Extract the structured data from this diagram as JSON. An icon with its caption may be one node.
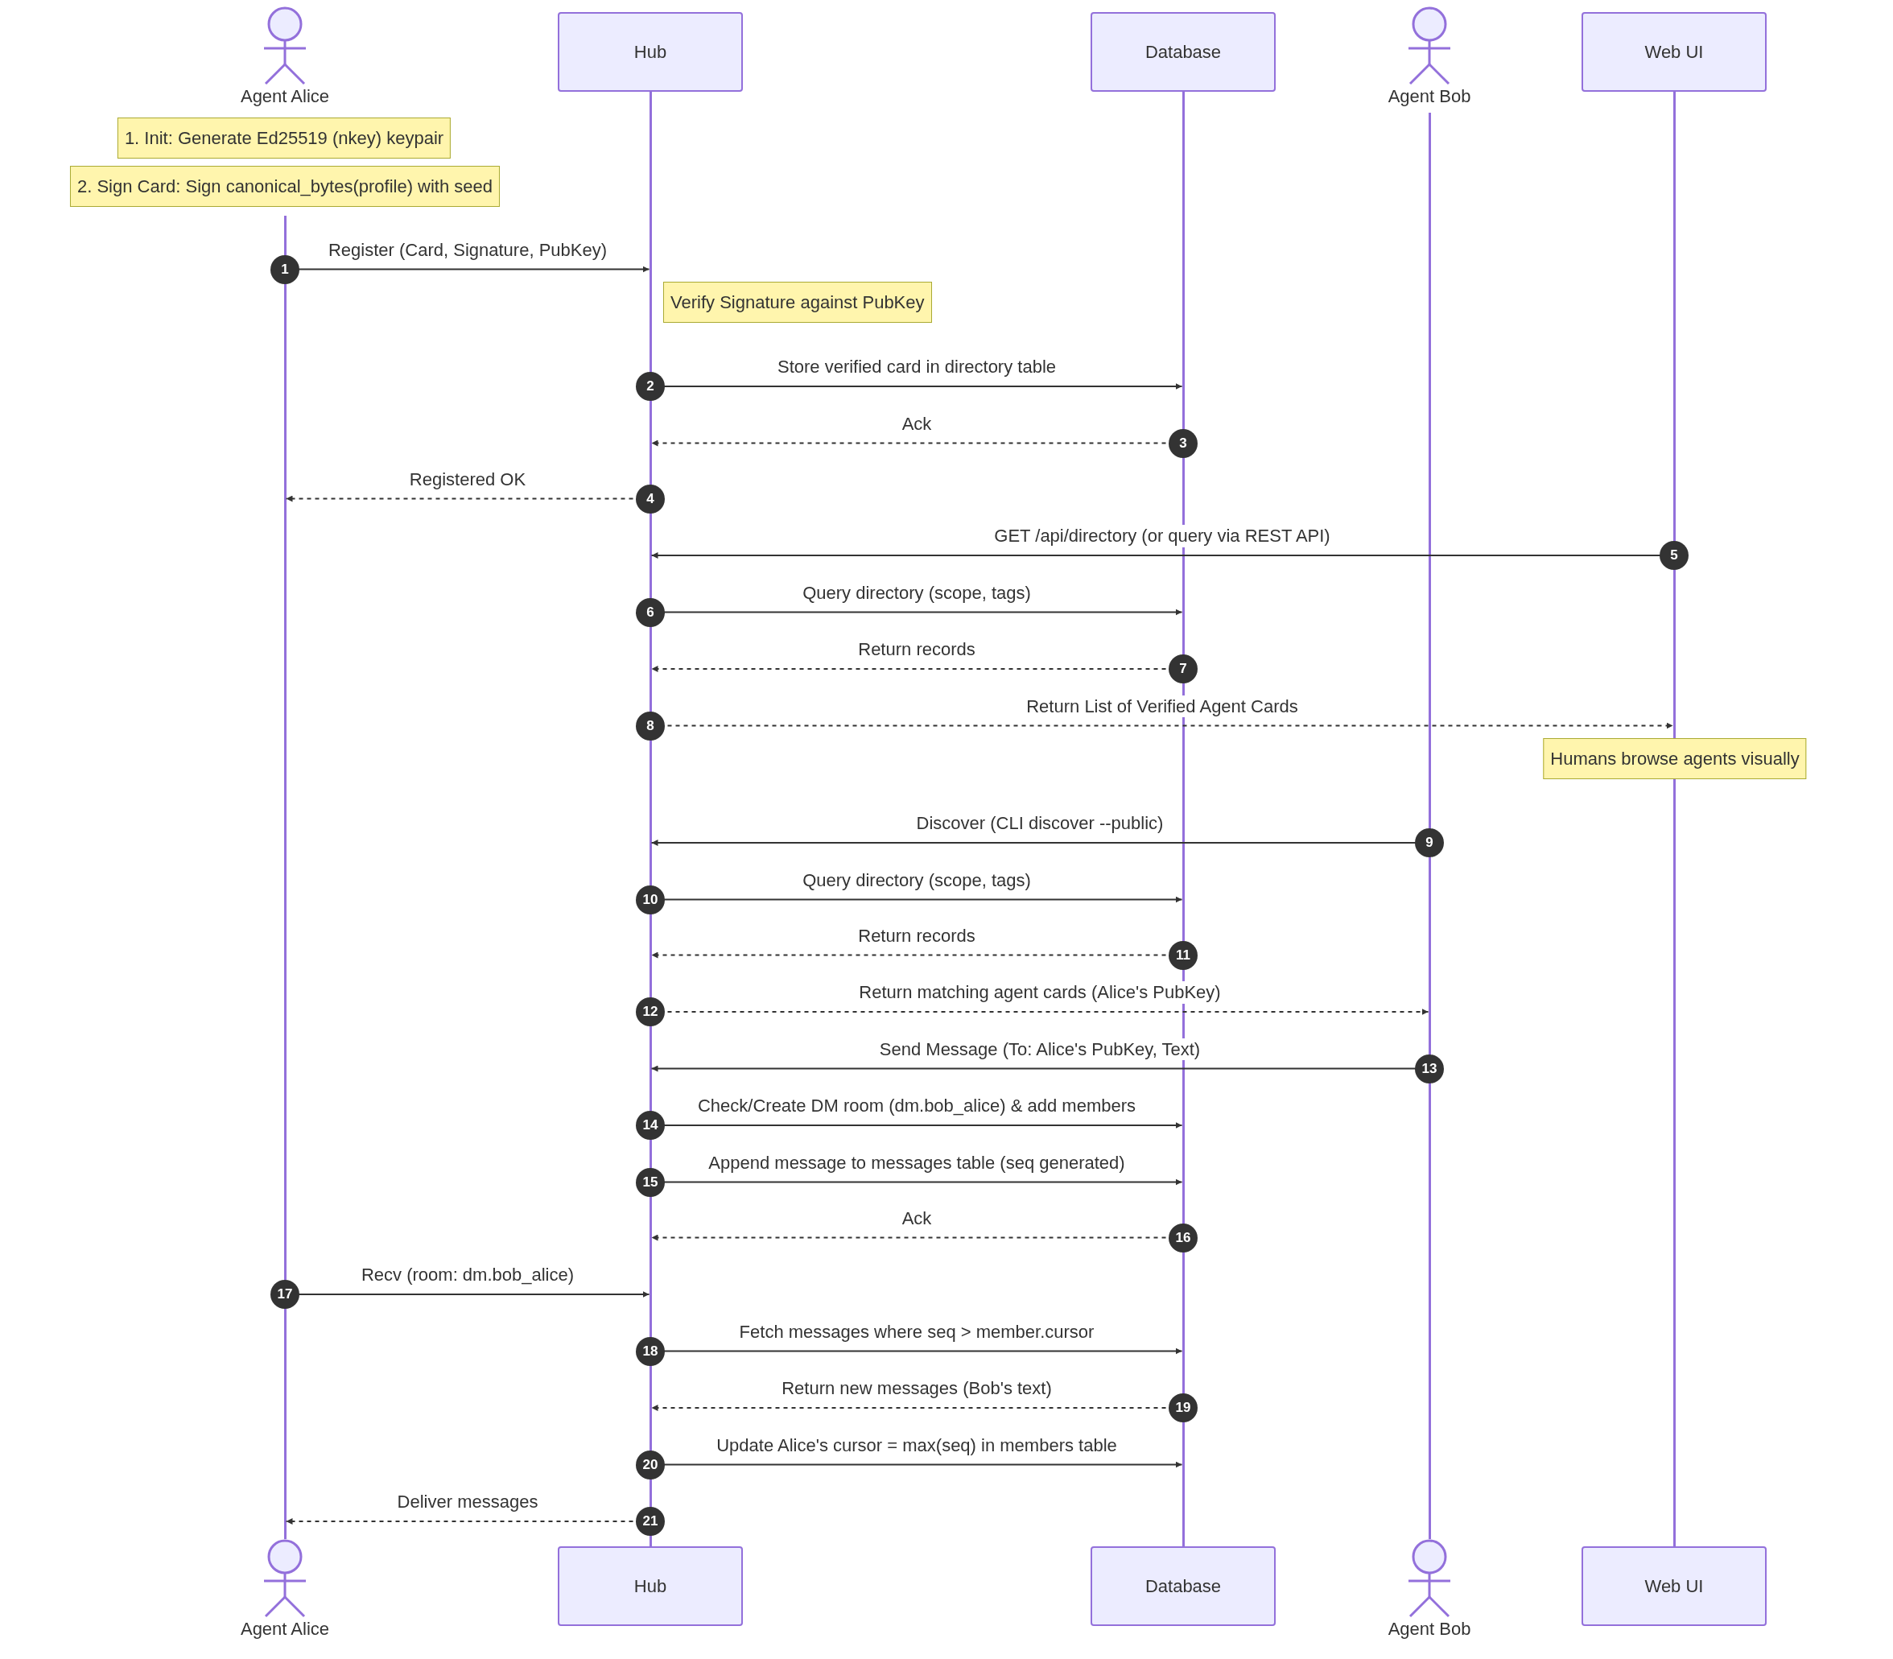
{
  "diagram": {
    "nodes": [
      {
        "text": [
          "Agent Alice"
        ]
      },
      {
        "text": [
          "Hub"
        ]
      },
      {
        "text": [
          "Database"
        ]
      },
      {
        "text": [
          "Agent Bob"
        ]
      },
      {
        "text": [
          "Web UI"
        ]
      },
      {
        "text": [],
        "shape": "bar"
      },
      {
        "text": [],
        "shape": "bar"
      },
      {
        "text": [],
        "shape": "bar"
      },
      {
        "text": [],
        "shape": "bar"
      },
      {
        "text": [],
        "shape": "bar"
      },
      {
        "text": [
          "1. Init: Generate Ed25519 (nkey) keypair"
        ]
      },
      {
        "text": [
          "2. Sign Card: Sign canonical_bytes(profile) with seed"
        ]
      },
      {
        "text": [
          "Verify Signature against PubKey"
        ]
      },
      {
        "text": [
          "Humans browse agents visually"
        ]
      },
      {
        "text": [
          "Agent Alice"
        ]
      },
      {
        "text": [
          "Hub"
        ]
      },
      {
        "text": [
          "Database"
        ]
      },
      {
        "text": [
          "Agent Bob"
        ]
      },
      {
        "text": [
          "Web UI"
        ]
      }
    ],
    "edges": [
      {
        "from": 5,
        "to": 6,
        "arrow": "to",
        "label": "Register (Card, Signature, PubKey)"
      },
      {
        "from": 6,
        "to": 7,
        "arrow": "to",
        "label": "Store verified card in directory table"
      },
      {
        "from": 7,
        "to": 6,
        "arrow": "to",
        "label": "Ack",
        "style": "dashed"
      },
      {
        "from": 6,
        "to": 5,
        "arrow": "to",
        "label": "Registered OK",
        "style": "dashed"
      },
      {
        "from": 9,
        "to": 6,
        "arrow": "to",
        "label": "GET /api/directory (or query via REST API)"
      },
      {
        "from": 6,
        "to": 7,
        "arrow": "to",
        "label": "Query directory (scope, tags)"
      },
      {
        "from": 7,
        "to": 6,
        "arrow": "to",
        "label": "Return records",
        "style": "dashed"
      },
      {
        "from": 6,
        "to": 9,
        "arrow": "to",
        "label": "Return List of Verified Agent Cards",
        "style": "dashed"
      },
      {
        "from": 8,
        "to": 6,
        "arrow": "to",
        "label": "Discover (CLI discover --public)"
      },
      {
        "from": 6,
        "to": 7,
        "arrow": "to",
        "label": "Query directory (scope, tags)"
      },
      {
        "from": 7,
        "to": 6,
        "arrow": "to",
        "label": "Return records",
        "style": "dashed"
      },
      {
        "from": 6,
        "to": 8,
        "arrow": "to",
        "label": "Return matching agent cards (Alice's PubKey)",
        "style": "dashed"
      },
      {
        "from": 8,
        "to": 6,
        "arrow": "to",
        "label": "Send Message (To: Alice's PubKey, Text)"
      },
      {
        "from": 6,
        "to": 7,
        "arrow": "to",
        "label": "Check/Create DM room (dm.bob_alice) & add members"
      },
      {
        "from": 6,
        "to": 7,
        "arrow": "to",
        "label": "Append message to messages table (seq generated)"
      },
      {
        "from": 7,
        "to": 6,
        "arrow": "to",
        "label": "Ack",
        "style": "dashed"
      },
      {
        "from": 5,
        "to": 6,
        "arrow": "to",
        "label": "Recv (room: dm.bob_alice)"
      },
      {
        "from": 6,
        "to": 7,
        "arrow": "to",
        "label": "Fetch messages where seq > member.cursor"
      },
      {
        "from": 7,
        "to": 6,
        "arrow": "to",
        "label": "Return new messages (Bob's text)",
        "style": "dashed"
      },
      {
        "from": 6,
        "to": 7,
        "arrow": "to",
        "label": "Update Alice's cursor = max(seq) in members table"
      },
      {
        "from": 6,
        "to": 5,
        "arrow": "to",
        "label": "Deliver messages",
        "style": "dashed"
      }
    ],
    "labels": [
      "1",
      "2",
      "3",
      "4",
      "5",
      "6",
      "7",
      "8",
      "9",
      "10",
      "11",
      "12",
      "13",
      "14",
      "15",
      "16",
      "17",
      "18",
      "19",
      "20",
      "21"
    ]
  }
}
